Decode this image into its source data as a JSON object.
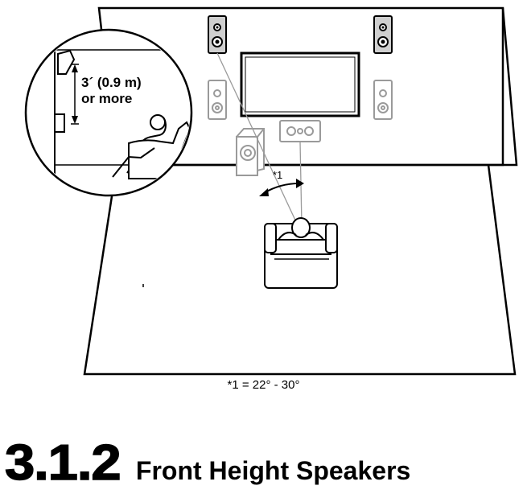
{
  "diagram": {
    "height_label_line1": "3´ (0.9 m)",
    "height_label_line2": "or more",
    "angle_marker": "*1",
    "angle_note": "*1 = 22° - 30°"
  },
  "section": {
    "number": "3.1.2",
    "title": "Front Height Speakers"
  },
  "colors": {
    "line": "#000000",
    "dim_speaker": "#9a9a9a",
    "speaker_fill": "#cfcfcf"
  }
}
